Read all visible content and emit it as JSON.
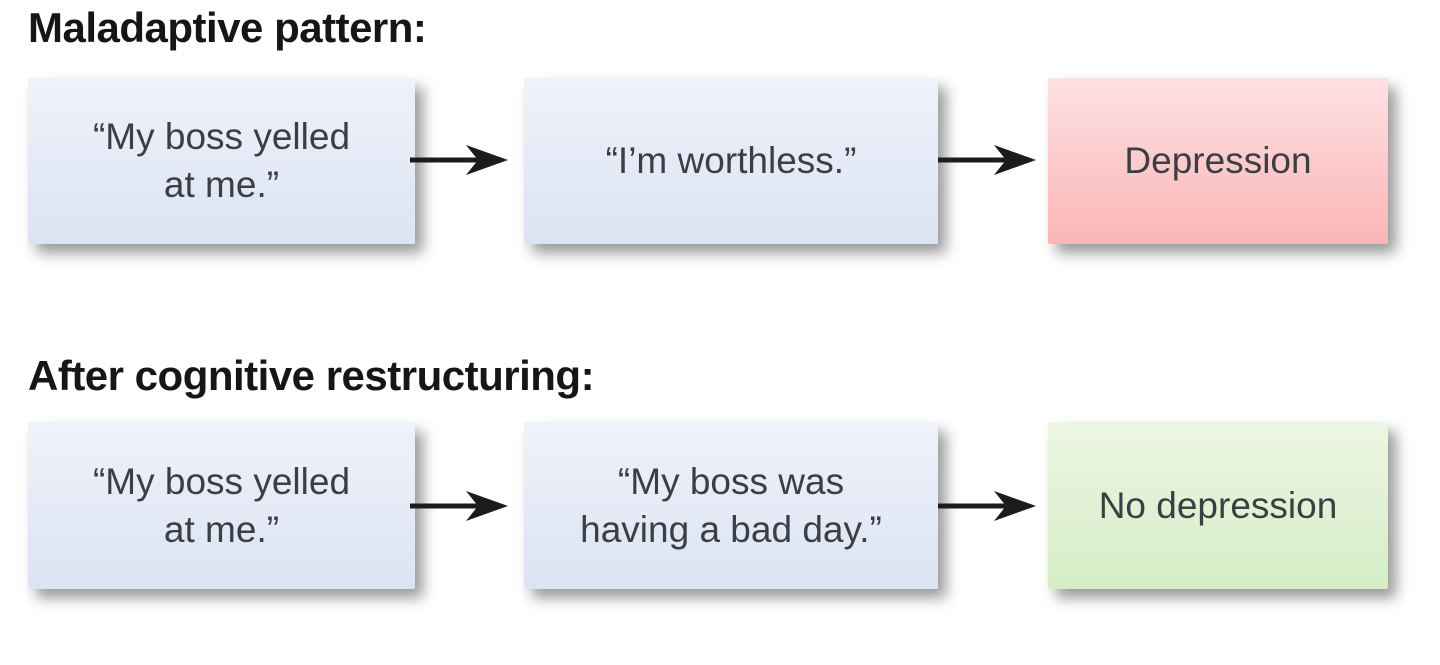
{
  "diagram": {
    "background": "#ffffff",
    "colors": {
      "page_bg": "#ffffff",
      "heading_text": "#161616",
      "box_text": "#3b3f44",
      "arrow": "#1c1c1c",
      "neutral_top": "#eff2fa",
      "neutral_bottom": "#dbe4f3",
      "negative_top": "#fde1e2",
      "negative_bottom": "#fbb5b7",
      "positive_top": "#edf6e4",
      "positive_bottom": "#d5edc5"
    },
    "sections": [
      {
        "heading": "Maladaptive pattern:",
        "boxes": [
          {
            "role": "activating-event",
            "variant": "neutral",
            "lines": [
              "“My boss yelled",
              "at me.”"
            ]
          },
          {
            "role": "belief",
            "variant": "neutral",
            "lines": [
              "“I’m worthless.”"
            ]
          },
          {
            "role": "outcome",
            "variant": "negative",
            "lines": [
              "Depression"
            ]
          }
        ]
      },
      {
        "heading": "After cognitive restructuring:",
        "boxes": [
          {
            "role": "activating-event",
            "variant": "neutral",
            "lines": [
              "“My boss yelled",
              "at me.”"
            ]
          },
          {
            "role": "belief",
            "variant": "neutral",
            "lines": [
              "“My boss was",
              "having a bad day.”"
            ]
          },
          {
            "role": "outcome",
            "variant": "positive",
            "lines": [
              "No depression"
            ]
          }
        ]
      }
    ]
  }
}
